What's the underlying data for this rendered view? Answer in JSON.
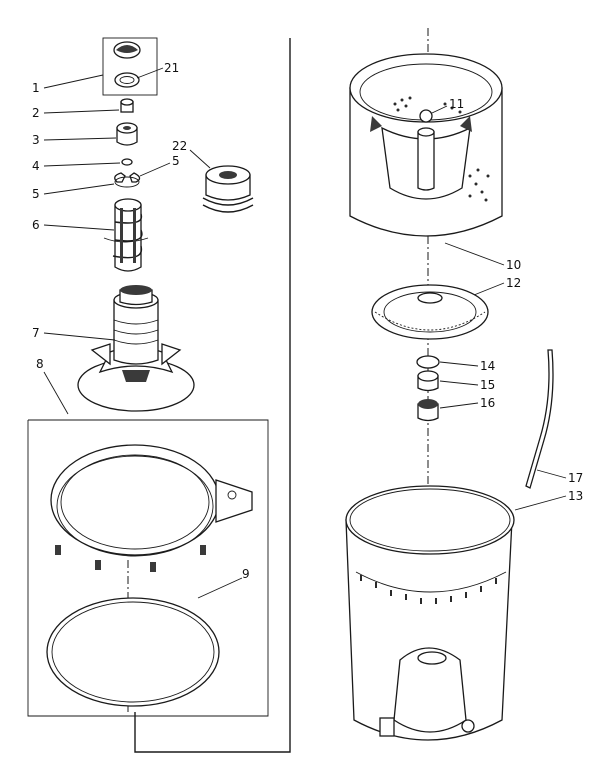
{
  "callouts": [
    {
      "id": "c1",
      "text": "1"
    },
    {
      "id": "c21",
      "text": "21"
    },
    {
      "id": "c2",
      "text": "2"
    },
    {
      "id": "c3",
      "text": "3"
    },
    {
      "id": "c4",
      "text": "4"
    },
    {
      "id": "c5a",
      "text": "5"
    },
    {
      "id": "c5b",
      "text": "5"
    },
    {
      "id": "c22",
      "text": "22"
    },
    {
      "id": "c6",
      "text": "6"
    },
    {
      "id": "c7",
      "text": "7"
    },
    {
      "id": "c8",
      "text": "8"
    },
    {
      "id": "c9",
      "text": "9"
    },
    {
      "id": "c11",
      "text": "11"
    },
    {
      "id": "c10",
      "text": "10"
    },
    {
      "id": "c12",
      "text": "12"
    },
    {
      "id": "c14",
      "text": "14"
    },
    {
      "id": "c15",
      "text": "15"
    },
    {
      "id": "c16",
      "text": "16"
    },
    {
      "id": "c17",
      "text": "17"
    },
    {
      "id": "c13",
      "text": "13"
    }
  ]
}
